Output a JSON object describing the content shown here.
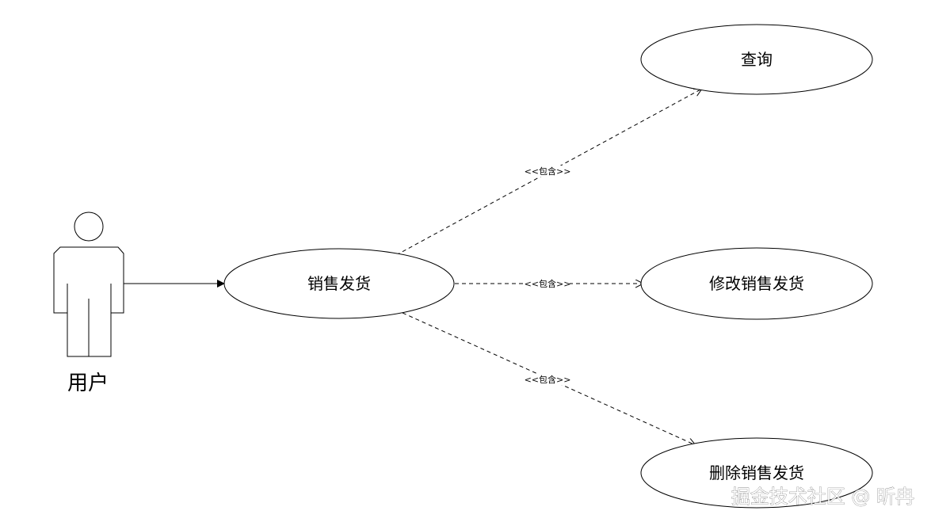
{
  "actor": {
    "label": "用户"
  },
  "use_cases": {
    "main": "销售发货",
    "query": "查询",
    "modify": "修改销售发货",
    "delete": "删除销售发货"
  },
  "relations": {
    "include_label": "<<包含>>"
  },
  "watermark": {
    "text": "掘金技术社区 @ 昕冉"
  }
}
